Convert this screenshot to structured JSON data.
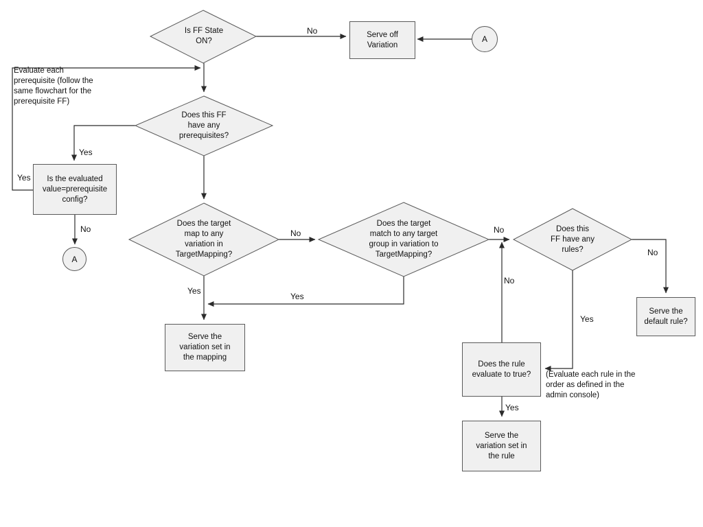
{
  "colors": {
    "shape-fill": "#f0f0f0",
    "shape-stroke": "#595959",
    "line": "#2b2b2b",
    "text": "#111111",
    "bg": "#ffffff"
  },
  "nodes": {
    "ff_state": {
      "label": "Is FF State\nON?"
    },
    "serve_off_variation": {
      "label": "Serve off\nVariation"
    },
    "connector_a_top": {
      "label": "A"
    },
    "has_prerequisites": {
      "label": "Does this FF\nhave any\nprerequisites?"
    },
    "evaluated_value": {
      "label": "Is the evaluated\nvalue=prerequisite\nconfig?"
    },
    "connector_a_left": {
      "label": "A"
    },
    "target_mapping": {
      "label": "Does the target\nmap to any\nvariation in\nTargetMapping?"
    },
    "target_group": {
      "label": "Does the target\nmatch to any target\ngroup in variation to\nTargetMapping?"
    },
    "has_rules": {
      "label": "Does this\nFF have any\nrules?"
    },
    "serve_default_rule": {
      "label": "Serve the\ndefault rule?"
    },
    "rule_evaluates_true": {
      "label": "Does the rule\nevaluate to true?"
    },
    "serve_rule_variation": {
      "label": "Serve the\nvariation set in\nthe rule"
    },
    "serve_mapping_variation": {
      "label": "Serve the\nvariation set in\nthe mapping"
    }
  },
  "notes": {
    "prerequisite_loop": "Evaluate each\nprerequisite (follow the\nsame flowchart for the\nprerequisite FF)",
    "rule_order": "(Evaluate each rule in the\norder as defined in the\nadmin console)"
  },
  "edge_labels": {
    "ff_state_no": "No",
    "prerequisites_yes": "Yes",
    "evaluated_loop_yes": "Yes",
    "evaluated_no": "No",
    "target_mapping_no": "No",
    "target_mapping_yes": "Yes",
    "target_group_yes": "Yes",
    "target_group_no": "No",
    "rule_loop_no": "No",
    "has_rules_no": "No",
    "has_rules_yes": "Yes",
    "rule_true_yes": "Yes"
  }
}
